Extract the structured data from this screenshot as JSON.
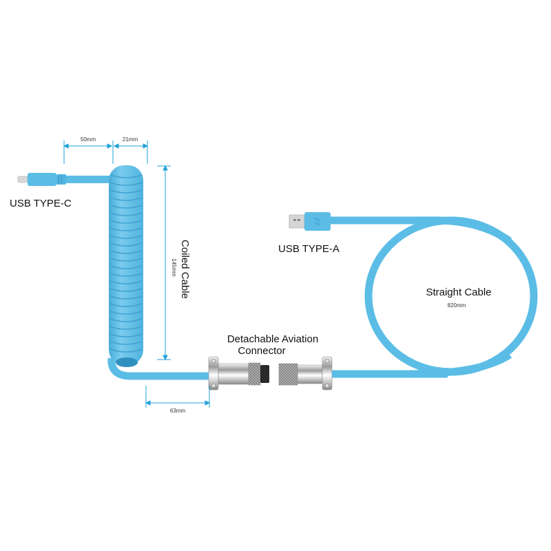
{
  "colors": {
    "cable": "#5bbde6",
    "cable_dark": "#3aa2d2",
    "cable_light": "#8dd3f0",
    "dimension": "#1fa0db",
    "metal": "#c9c9c9",
    "text": "#111111"
  },
  "labels": {
    "usb_c": "USB TYPE-C",
    "usb_a": "USB TYPE-A",
    "coiled": "Coiled Cable",
    "straight": "Straight Cable",
    "connector_line1": "Detachable Aviation",
    "connector_line2": "Connector"
  },
  "dimensions": {
    "usb_c_length": "50mm",
    "coil_width": "21mm",
    "coil_length": "145mm",
    "straight_length": "820mm",
    "connector_lead": "63mm"
  }
}
